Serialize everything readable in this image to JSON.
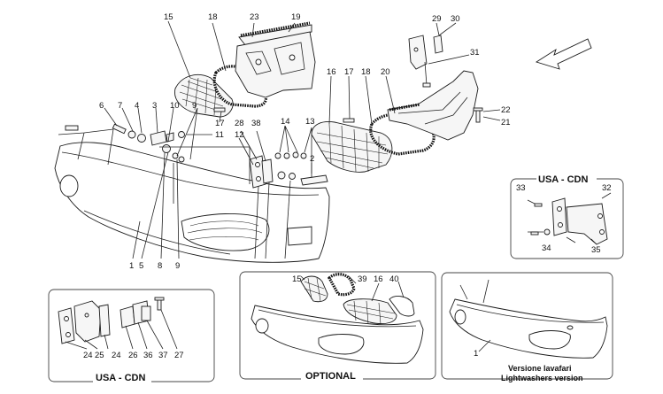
{
  "arrow_icon": "direction-arrow-icon",
  "callouts": {
    "c1": "1",
    "c2": "2",
    "c3": "3",
    "c4": "4",
    "c5": "5",
    "c6": "6",
    "c7": "7",
    "c8": "8",
    "c9": "9",
    "c10": "10",
    "c11": "11",
    "c12": "12",
    "c13": "13",
    "c14": "14",
    "c15": "15",
    "c16": "16",
    "c17a": "17",
    "c17b": "17",
    "c18a": "18",
    "c18b": "18",
    "c19": "19",
    "c20": "20",
    "c21": "21",
    "c22": "22",
    "c23": "23",
    "c28": "28",
    "c29": "29",
    "c30": "30",
    "c31": "31",
    "c38": "38"
  },
  "usa_right": {
    "title": "USA - CDN",
    "c32": "32",
    "c33": "33",
    "c34": "34",
    "c35": "35"
  },
  "usa_left": {
    "title": "USA - CDN",
    "c24a": "24",
    "c25": "25",
    "c24b": "24",
    "c26": "26",
    "c36": "36",
    "c37": "37",
    "c27": "27"
  },
  "optional": {
    "title": "OPTIONAL",
    "c15": "15",
    "c39": "39",
    "c16": "16",
    "c40": "40"
  },
  "lightwasher": {
    "c1": "1",
    "caption_line1": "Versione lavafari",
    "caption_line2": "Lightwashers version"
  }
}
